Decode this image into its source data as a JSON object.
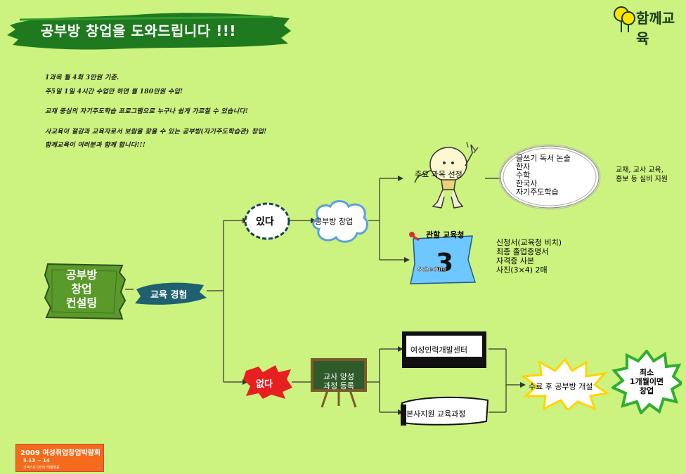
{
  "banner": {
    "title": "공부방 창업을 도와드립니다 !!!"
  },
  "logo": {
    "text": "함께교육"
  },
  "notes": [
    "1과목 월 4회 3만원 기준.",
    "주5일 1일 4시간 수업만 하면 월 180만원 수입!",
    "교재 중심의 자기주도학습 프로그램으로 누구나 쉽게 가르칠 수 있습니다!",
    "사교육이 절감과 교육자로서 보람을 찾을 수 있는 공부방(자기주도학습관) 창업!",
    "함께교육이 여러분과 함께 합니다!!!"
  ],
  "diagram": {
    "start": {
      "lines": [
        "공부방",
        "창업",
        "컨설팅"
      ]
    },
    "experience": "교육 경험",
    "yes": "있다",
    "no": "없다",
    "study_room": "공부방 창업",
    "subject_select": "주요 과목 선정",
    "subjects": [
      "글쓰기 독서 논술",
      "한자",
      "수학",
      "한국사",
      "자기주도학습"
    ],
    "support": [
      "교재, 교사 교육,",
      "홍보 등 실비 지원"
    ],
    "office": "관할 교육청",
    "schedule_number": "3",
    "schedule_word": "Schedule",
    "documents": [
      "신청서(교육청 비치)",
      "최종 졸업증명서",
      "자격증 사본",
      "사진(3×4) 2매"
    ],
    "teacher_course": [
      "교사 양성",
      "과정 등록"
    ],
    "center": "여성인력개발센터",
    "hq_course": "본사지원 교육과정",
    "after_course": "수료 후 공부방 개설",
    "minimum": [
      "최소",
      "1개월이면",
      "창업"
    ]
  },
  "expo": {
    "title": "2009 여성취업창업박람회",
    "dates": "5.13 ~ 14",
    "venue": "코엑스(COEX) 태평양홀"
  },
  "colors": {
    "background": "#ccf27f",
    "banner": "#1f7a1f",
    "board": "#5a9a2a",
    "chalkboard": "#2f5a2a",
    "orange": "#f36b1b"
  }
}
